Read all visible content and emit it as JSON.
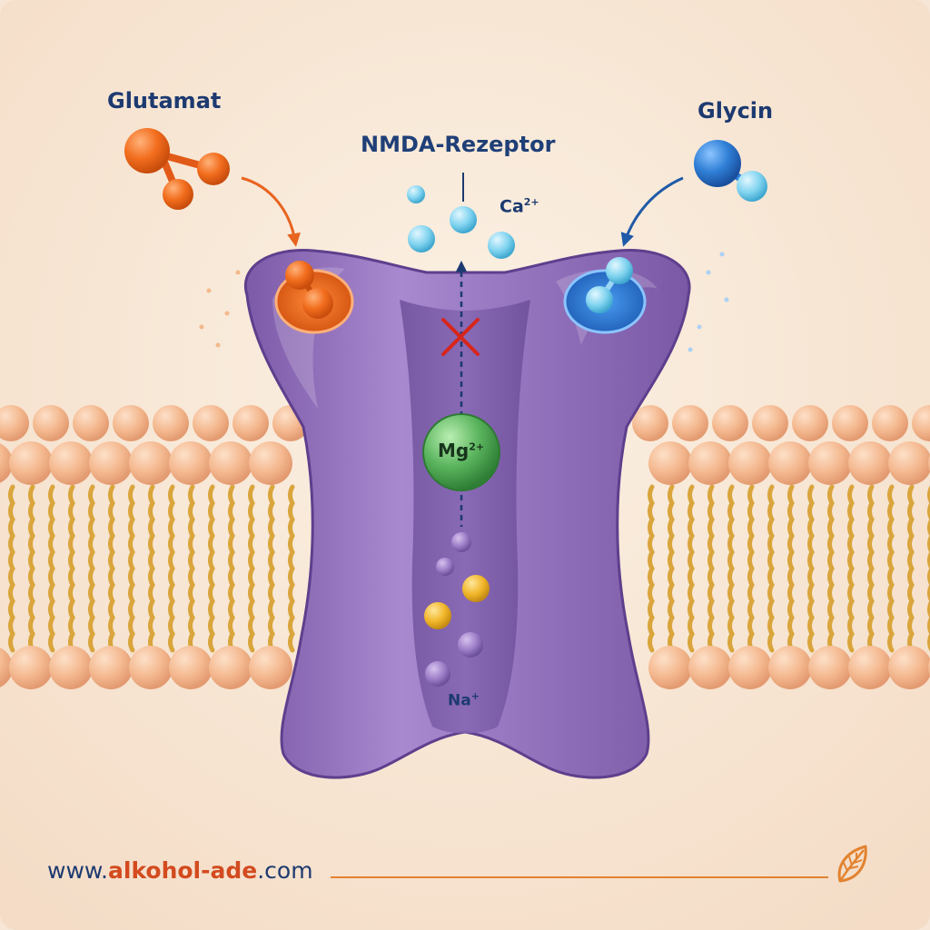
{
  "title": "NMDA-Rezeptor",
  "labels": {
    "glutamate": "Glutamat",
    "glycine": "Glycin",
    "calcium_base": "Ca",
    "calcium_charge": "2+",
    "magnesium_base": "Mg",
    "magnesium_charge": "2+",
    "sodium_base": "Na",
    "sodium_charge": "+"
  },
  "footer": {
    "url_prefix": "www.",
    "url_brand": "alkohol-ade",
    "url_suffix": ".com"
  },
  "colors": {
    "background": "#f8ebdd",
    "receptor": "#8e6db8",
    "glutamate": "#ef6a1c",
    "glycine": "#2f7fd6",
    "magnesium": "#5bb55e",
    "calcium": "#7fd3ef",
    "lipid_head": "#f2b48e",
    "lipid_tail": "#d9a53c",
    "brand": "#d34a1f",
    "text": "#1d3a70"
  },
  "icons": {
    "blocked_marker": "x-mark-icon",
    "footer_logo": "leaf-icon"
  }
}
